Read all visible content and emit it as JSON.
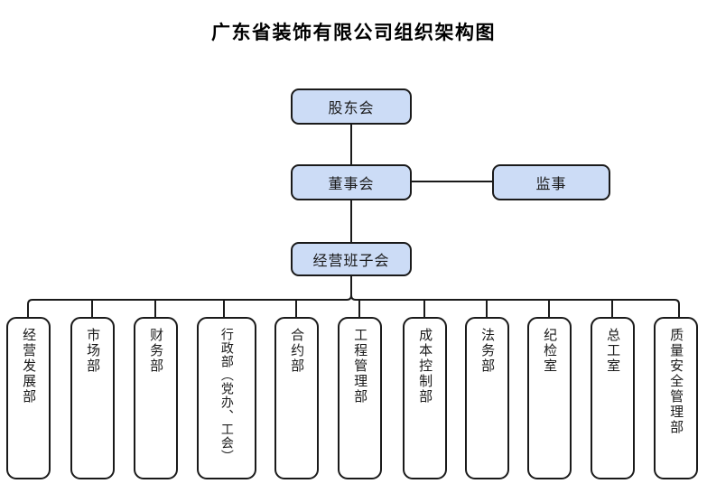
{
  "title": "广东省装饰有限公司组织架构图",
  "colors": {
    "node_fill_top": "#ccdcf6",
    "node_fill_dept": "#ffffff",
    "border": "#1a1a1a",
    "background": "#ffffff",
    "text": "#1a1a1a"
  },
  "chart_data": {
    "type": "diagram",
    "diagram_type": "organizational-chart",
    "title": "广东省装饰有限公司组织架构图",
    "orientation": "top-down",
    "nodes": [
      {
        "id": "shareholders",
        "label": "股东会",
        "level": 0,
        "style": "blue",
        "orientation": "horizontal"
      },
      {
        "id": "board",
        "label": "董事会",
        "level": 1,
        "style": "blue",
        "orientation": "horizontal"
      },
      {
        "id": "supervisor",
        "label": "监事",
        "level": 1,
        "style": "blue",
        "orientation": "horizontal"
      },
      {
        "id": "management",
        "label": "经营班子会",
        "level": 2,
        "style": "blue",
        "orientation": "horizontal"
      },
      {
        "id": "dept1",
        "label": "经营发展部",
        "level": 3,
        "style": "white",
        "orientation": "vertical"
      },
      {
        "id": "dept2",
        "label": "市场部",
        "level": 3,
        "style": "white",
        "orientation": "vertical"
      },
      {
        "id": "dept3",
        "label": "财务部",
        "level": 3,
        "style": "white",
        "orientation": "vertical"
      },
      {
        "id": "dept4",
        "label": "行政部（党办、工会）",
        "level": 3,
        "style": "white",
        "orientation": "vertical"
      },
      {
        "id": "dept5",
        "label": "合约部",
        "level": 3,
        "style": "white",
        "orientation": "vertical"
      },
      {
        "id": "dept6",
        "label": "工程管理部",
        "level": 3,
        "style": "white",
        "orientation": "vertical"
      },
      {
        "id": "dept7",
        "label": "成本控制部",
        "level": 3,
        "style": "white",
        "orientation": "vertical"
      },
      {
        "id": "dept8",
        "label": "法务部",
        "level": 3,
        "style": "white",
        "orientation": "vertical"
      },
      {
        "id": "dept9",
        "label": "纪检室",
        "level": 3,
        "style": "white",
        "orientation": "vertical"
      },
      {
        "id": "dept10",
        "label": "总工室",
        "level": 3,
        "style": "white",
        "orientation": "vertical"
      },
      {
        "id": "dept11",
        "label": "质量安全管理部",
        "level": 3,
        "style": "white",
        "orientation": "vertical"
      }
    ],
    "edges": [
      {
        "from": "shareholders",
        "to": "board",
        "style": "vertical"
      },
      {
        "from": "board",
        "to": "supervisor",
        "style": "horizontal"
      },
      {
        "from": "board",
        "to": "management",
        "style": "vertical"
      },
      {
        "from": "management",
        "to": "dept1",
        "style": "bus"
      },
      {
        "from": "management",
        "to": "dept2",
        "style": "bus"
      },
      {
        "from": "management",
        "to": "dept3",
        "style": "bus"
      },
      {
        "from": "management",
        "to": "dept4",
        "style": "bus"
      },
      {
        "from": "management",
        "to": "dept5",
        "style": "bus"
      },
      {
        "from": "management",
        "to": "dept6",
        "style": "bus"
      },
      {
        "from": "management",
        "to": "dept7",
        "style": "bus"
      },
      {
        "from": "management",
        "to": "dept8",
        "style": "bus"
      },
      {
        "from": "management",
        "to": "dept9",
        "style": "bus"
      },
      {
        "from": "management",
        "to": "dept10",
        "style": "bus"
      },
      {
        "from": "management",
        "to": "dept11",
        "style": "bus"
      }
    ]
  }
}
